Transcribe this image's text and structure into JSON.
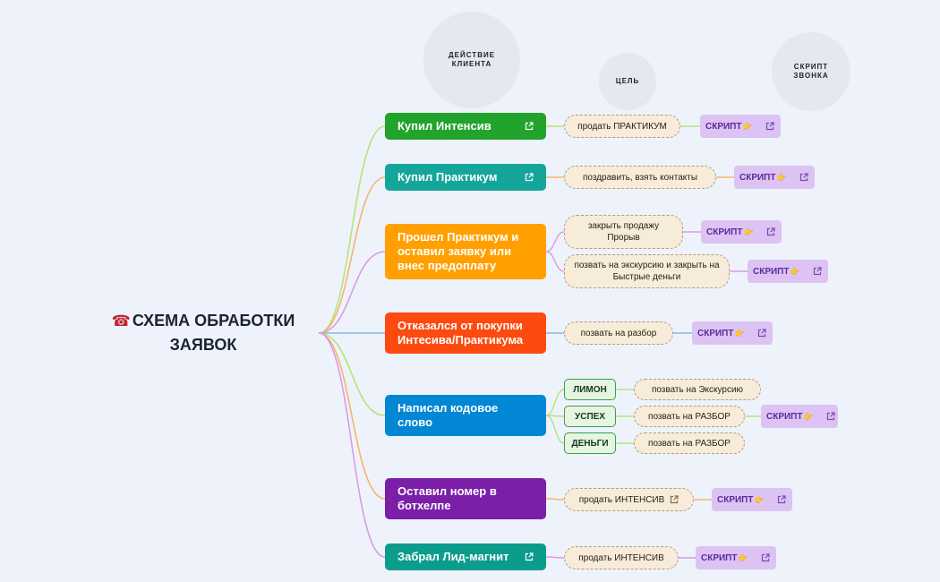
{
  "columns": {
    "client_action": "ДЕЙСТВИЕ\nКЛИЕНТА",
    "goal": "ЦЕЛЬ",
    "call_script": "СКРИПТ\nЗВОНКА"
  },
  "root": {
    "icon": "telephone-icon",
    "icon_char": "☎",
    "title": "СХЕМА ОБРАБОТКИ ЗАЯВОК"
  },
  "script_label": "СКРИПТ",
  "script_hand": "👉",
  "branches": [
    {
      "label": "Купил Интенсив",
      "color": "#22a32b",
      "line_color": "#b5e37c",
      "goals": [
        {
          "text": "продать ПРАКТИКУМ"
        }
      ]
    },
    {
      "label": "Купил Практикум",
      "color": "#15a69b",
      "line_color": "#f5b46e",
      "goals": [
        {
          "text": "поздравить, взять контакты"
        }
      ]
    },
    {
      "label": "Прошел Практикум и оставил заявку или внес предоплату",
      "color": "#ffa000",
      "line_color": "#d99ae8",
      "goals": [
        {
          "text": "закрыть продажу Прорыв"
        },
        {
          "text": "позвать на экскурсию и закрыть на Быстрые деньги"
        }
      ]
    },
    {
      "label": "Отказался от покупки Интесива/Практикума",
      "color": "#fc4a10",
      "line_color": "#7fb8e6",
      "goals": [
        {
          "text": "позвать на  разбор"
        }
      ]
    },
    {
      "label": "Написал  кодовое слово",
      "color": "#0287d4",
      "line_color": "#b5e37c",
      "codes": [
        {
          "word": "ЛИМОН",
          "goal": "позвать на Экскурсию"
        },
        {
          "word": "УСПЕХ",
          "goal": "позвать на РАЗБОР"
        },
        {
          "word": "ДЕНЬГИ",
          "goal": "позвать на РАЗБОР"
        }
      ]
    },
    {
      "label": "Оставил номер в ботхелпе",
      "color": "#7b1ea8",
      "line_color": "#f5b46e",
      "goals": [
        {
          "text": "продать ИНТЕНСИВ"
        }
      ]
    },
    {
      "label": "Забрал Лид-магнит",
      "color": "#0b9c8c",
      "line_color": "#d99ae8",
      "goals": [
        {
          "text": "продать ИНТЕНСИВ"
        }
      ]
    }
  ]
}
